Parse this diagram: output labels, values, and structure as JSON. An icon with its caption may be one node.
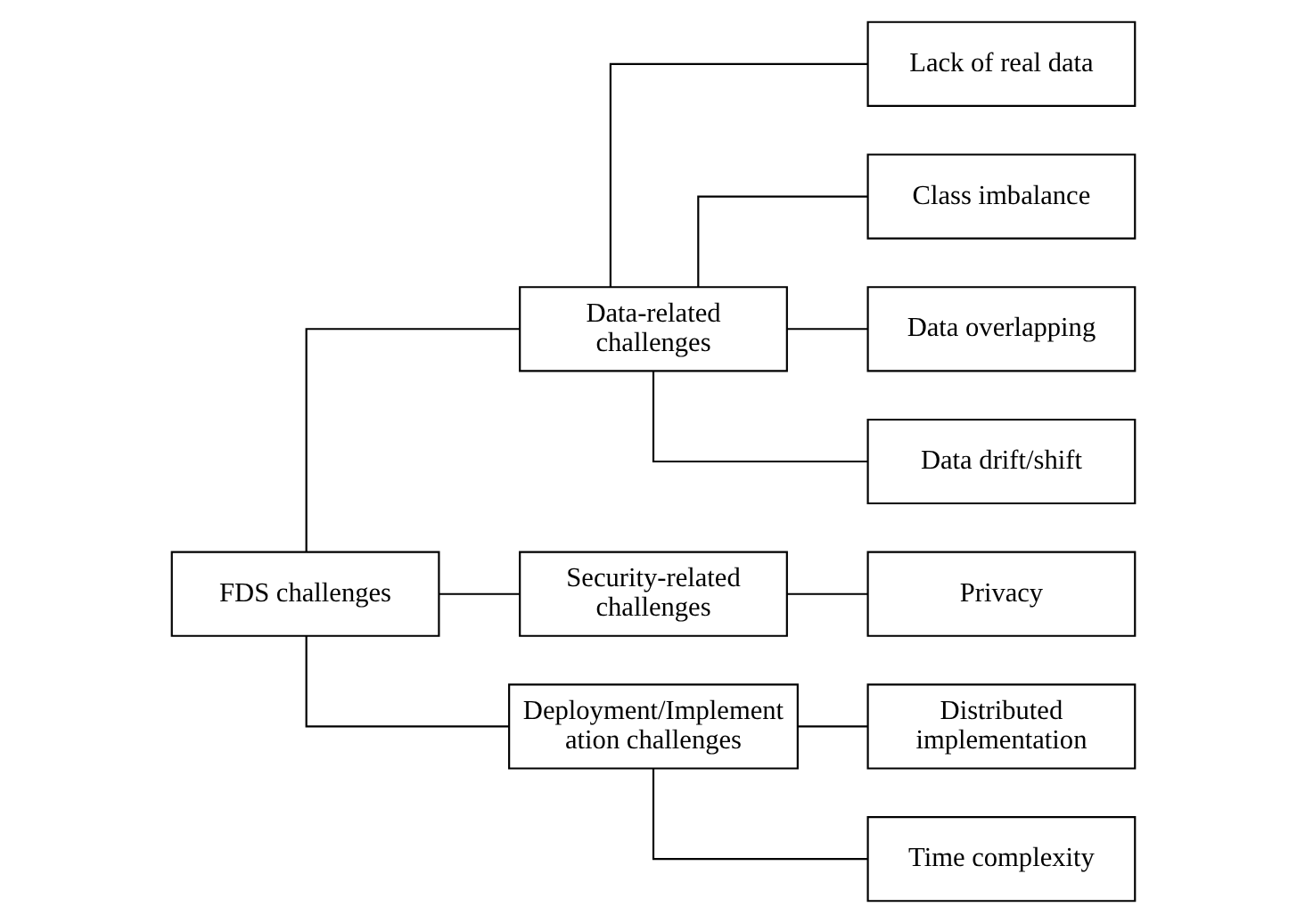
{
  "diagram": {
    "nodes": [
      {
        "text": [
          "FDS challenges"
        ]
      },
      {
        "text": [
          "Data-related challenges"
        ]
      },
      {
        "text": [
          "Lack of real data"
        ]
      },
      {
        "text": [
          "Class imbalance"
        ]
      },
      {
        "text": [
          "Data overlapping"
        ]
      },
      {
        "text": [
          "Data drift/shift"
        ]
      },
      {
        "text": [
          "Security-related challenges"
        ]
      },
      {
        "text": [
          "Privacy"
        ]
      },
      {
        "text": [
          "Deployment/Implement ation challenges"
        ]
      },
      {
        "text": [
          "Distributed implementation"
        ]
      },
      {
        "text": [
          "Time complexity"
        ]
      }
    ],
    "edges": [
      {
        "from": 0,
        "to": 1,
        "arrow": "none"
      },
      {
        "from": 0,
        "to": 6,
        "arrow": "none"
      },
      {
        "from": 0,
        "to": 8,
        "arrow": "none"
      },
      {
        "from": 1,
        "to": 2,
        "arrow": "none"
      },
      {
        "from": 1,
        "to": 3,
        "arrow": "none"
      },
      {
        "from": 1,
        "to": 4,
        "arrow": "none"
      },
      {
        "from": 1,
        "to": 5,
        "arrow": "none"
      },
      {
        "from": 6,
        "to": 7,
        "arrow": "none"
      },
      {
        "from": 8,
        "to": 9,
        "arrow": "none"
      },
      {
        "from": 8,
        "to": 10,
        "arrow": "none"
      }
    ]
  }
}
